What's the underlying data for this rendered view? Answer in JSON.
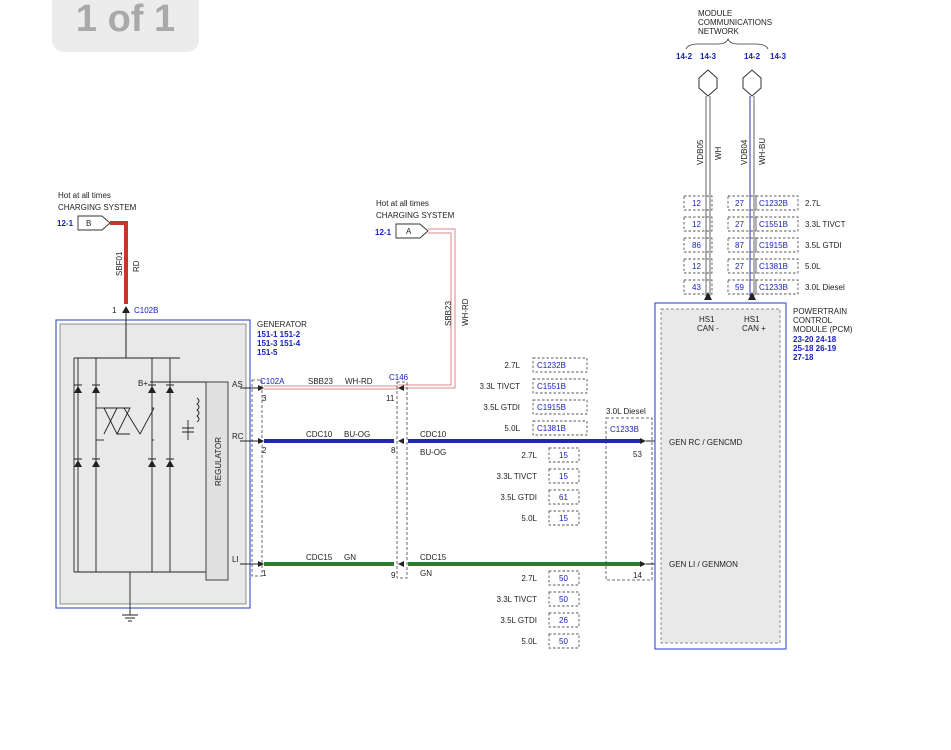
{
  "pager": {
    "label": "1 of 1"
  },
  "network": {
    "title": [
      "MODULE",
      "COMMUNICATIONS",
      "NETWORK"
    ],
    "refs": [
      "14-2",
      "14-3",
      "14-2",
      "14-3"
    ]
  },
  "hot_b": {
    "line1": "Hot at all times",
    "line2": "CHARGING SYSTEM",
    "ref": "12-1",
    "fuse": "B"
  },
  "hot_a": {
    "line1": "Hot at all times",
    "line2": "CHARGING SYSTEM",
    "ref": "12-1",
    "fuse": "A"
  },
  "wire_labels": {
    "sbf01": "SBF01",
    "rd": "RD",
    "sbb23_v": "SBB23",
    "whrd_v": "WH-RD",
    "vdb05": "VDB05",
    "wh": "WH",
    "vdb04": "VDB04",
    "whbu": "WH-BU",
    "sbb23": "SBB23",
    "whrd": "WH-RD",
    "cdc10_a": "CDC10",
    "buog_a": "BU-OG",
    "cdc10_b": "CDC10",
    "buog_b": "BU-OG",
    "cdc15_a": "CDC15",
    "gn_a": "GN",
    "cdc15_b": "CDC15",
    "gn_b": "GN"
  },
  "connectors": {
    "c102b": "C102B",
    "c102a": "C102A",
    "c146": "C146",
    "c1233b": "C1233B"
  },
  "pins": {
    "c102b_pin": "1",
    "as_pin": "3",
    "rc_pin": "2",
    "li_pin": "1",
    "c146_as": "11",
    "c146_rc": "8",
    "c146_li": "9",
    "pcm_rc": "53",
    "pcm_li": "14"
  },
  "generator": {
    "title": "GENERATOR",
    "refs": [
      "151-1  151-2",
      "151-3  151-4",
      "151-5"
    ],
    "regulator": "REGULATOR",
    "bplus": "B+",
    "as": "AS",
    "rc": "RC",
    "li": "LI"
  },
  "pcm": {
    "title": [
      "POWERTRAIN",
      "CONTROL",
      "MODULE (PCM)"
    ],
    "refs": [
      "23-20  24-18",
      "25-18  26-19",
      "27-18"
    ],
    "hs1_minus": [
      "HS1",
      "CAN -"
    ],
    "hs1_plus": [
      "HS1",
      "CAN +"
    ],
    "gen_rc": "GEN RC / GENCMD",
    "gen_li": "GEN LI / GENMON"
  },
  "pcm_connector_table": [
    {
      "pin_a": "12",
      "pin_b": "27",
      "conn": "C1232B",
      "engine": "2.7L"
    },
    {
      "pin_a": "12",
      "pin_b": "27",
      "conn": "C1551B",
      "engine": "3.3L TIVCT"
    },
    {
      "pin_a": "86",
      "pin_b": "87",
      "conn": "C1915B",
      "engine": "3.5L GTDI"
    },
    {
      "pin_a": "12",
      "pin_b": "27",
      "conn": "C1381B",
      "engine": "5.0L"
    },
    {
      "pin_a": "43",
      "pin_b": "59",
      "conn": "C1233B",
      "engine": "3.0L Diesel"
    }
  ],
  "mid_connectors": [
    {
      "engine": "2.7L",
      "conn": "C1232B"
    },
    {
      "engine": "3.3L TIVCT",
      "conn": "C1551B"
    },
    {
      "engine": "3.5L GTDI",
      "conn": "C1915B"
    },
    {
      "engine": "5.0L",
      "conn": "C1381B"
    }
  ],
  "diesel_label": "3.0L Diesel",
  "rc_pins": [
    {
      "engine": "2.7L",
      "pin": "15"
    },
    {
      "engine": "3.3L TIVCT",
      "pin": "15"
    },
    {
      "engine": "3.5L GTDI",
      "pin": "61"
    },
    {
      "engine": "5.0L",
      "pin": "15"
    }
  ],
  "li_pins": [
    {
      "engine": "2.7L",
      "pin": "50"
    },
    {
      "engine": "3.3L TIVCT",
      "pin": "50"
    },
    {
      "engine": "3.5L GTDI",
      "pin": "26"
    },
    {
      "engine": "5.0L",
      "pin": "50"
    }
  ],
  "colors": {
    "red_wire": "#c0392b",
    "wh_rd_wire": "#e39a9a",
    "blue_wire": "#2228a8",
    "green_wire": "#2e7d2e",
    "module_border": "#4a5bd6",
    "ref_blue": "#1a22b8"
  }
}
